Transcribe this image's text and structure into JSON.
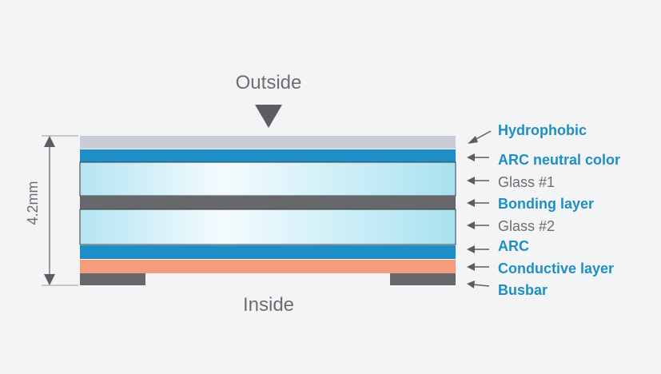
{
  "labels": {
    "outside": "Outside",
    "inside": "Inside",
    "thickness": "4.2mm"
  },
  "layers": [
    {
      "key": "hydrophobic",
      "label": "Hydrophobic",
      "emphasis": true,
      "color": "#c9cbd6"
    },
    {
      "key": "arc_neutral",
      "label": "ARC neutral color",
      "emphasis": true,
      "color": "#1d8fc6"
    },
    {
      "key": "glass1",
      "label": "Glass #1",
      "emphasis": false,
      "color": "#bfe9f3"
    },
    {
      "key": "bonding",
      "label": "Bonding layer",
      "emphasis": true,
      "color": "#67686b"
    },
    {
      "key": "glass2",
      "label": "Glass #2",
      "emphasis": false,
      "color": "#bfe9f3"
    },
    {
      "key": "arc",
      "label": "ARC",
      "emphasis": true,
      "color": "#1d8fc6"
    },
    {
      "key": "conductive",
      "label": "Conductive layer",
      "emphasis": true,
      "color": "#f39d7c"
    },
    {
      "key": "busbar",
      "label": "Busbar",
      "emphasis": true,
      "color": "#67686b"
    }
  ],
  "colors": {
    "label_emphasis": "#1f8fc3",
    "label_plain": "#6d6e71",
    "arrow": "#5c5d60"
  }
}
